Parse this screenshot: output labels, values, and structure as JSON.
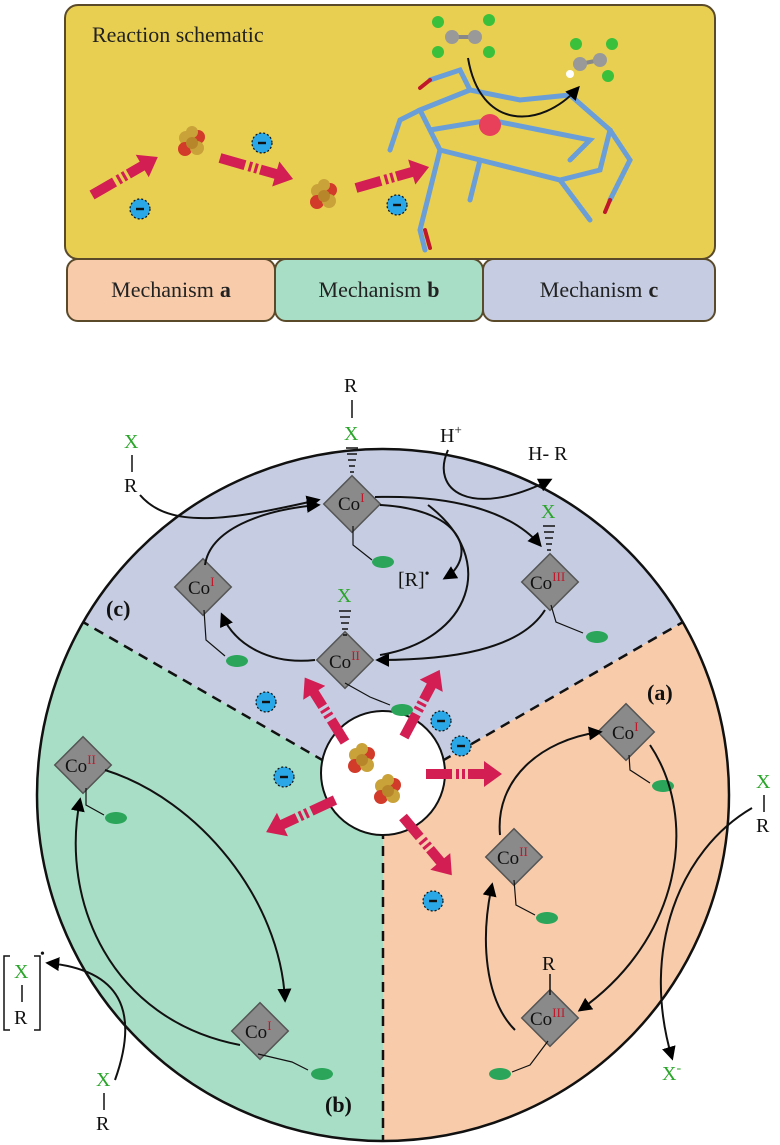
{
  "top_panel": {
    "title": "Reaction schematic"
  },
  "mechanisms": [
    {
      "label": "Mechanism",
      "letter": "a",
      "color": "#f8ccab"
    },
    {
      "label": "Mechanism",
      "letter": "b",
      "color": "#a9dec6"
    },
    {
      "label": "Mechanism",
      "letter": "c",
      "color": "#c6cde2"
    }
  ],
  "sectors": {
    "a": "(a)",
    "b": "(b)",
    "c": "(c)"
  },
  "labels": {
    "co": "Co",
    "ox_I": "I",
    "ox_II": "II",
    "ox_III": "III",
    "X": "X",
    "R": "R",
    "H_plus": "H",
    "plus": "+",
    "HR": "H- R",
    "R_radical": "[R]",
    "X_minus": "X",
    "minus": "-",
    "electron": "-"
  },
  "colors": {
    "panel_yellow": "#e8cf52",
    "sector_a": "#f8ccab",
    "sector_b": "#a9dec6",
    "sector_c": "#c6cde2",
    "arrow_red": "#d21e52",
    "electron_blue": "#29a7e6",
    "halogen_green": "#2aa52a",
    "ox_red": "#c0182a"
  }
}
